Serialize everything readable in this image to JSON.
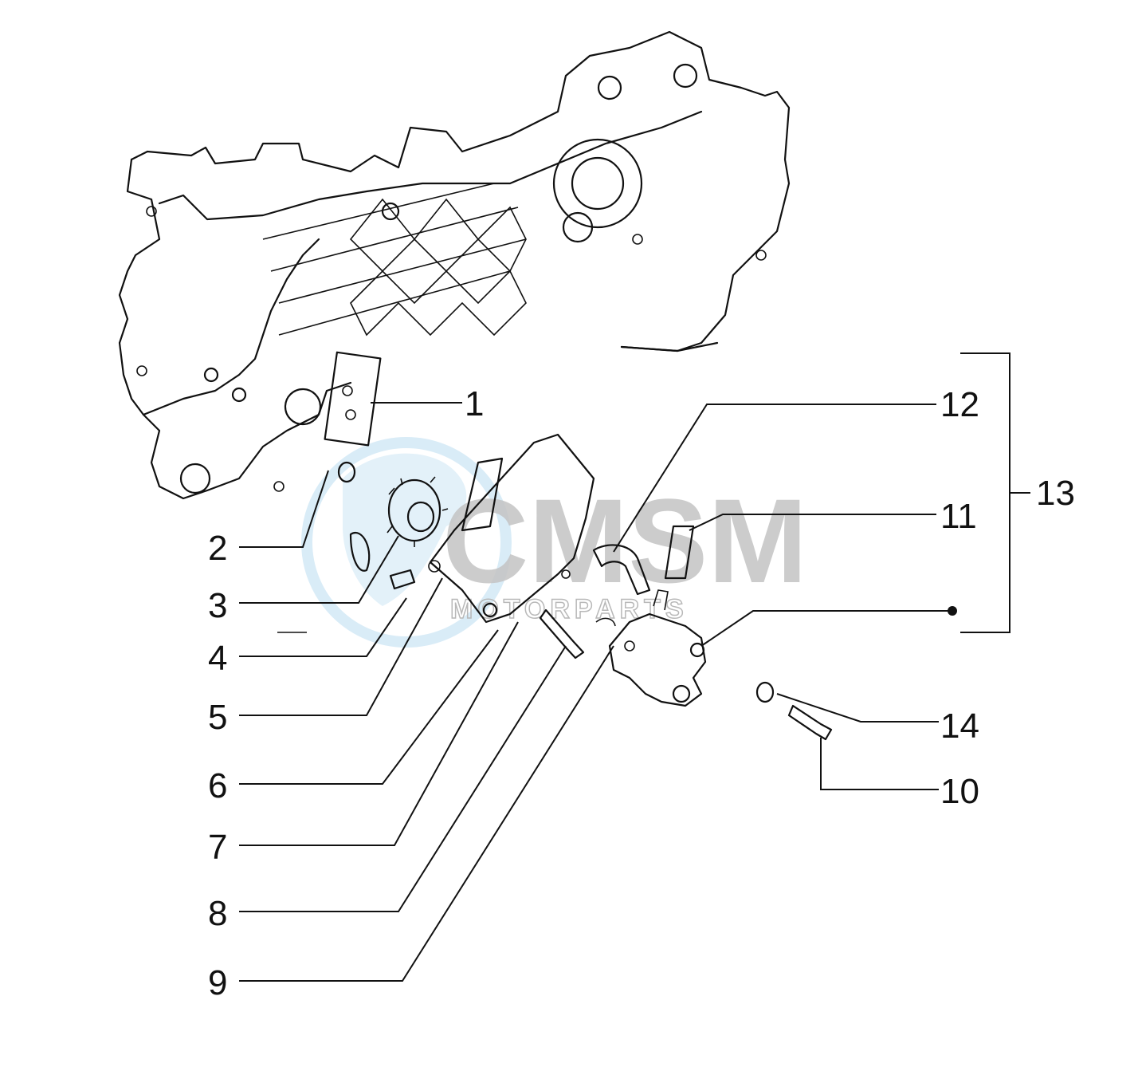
{
  "watermark": {
    "brand": "CMSM",
    "tagline": "MOTORPARTS",
    "globe_color": "#cfe6f4",
    "brand_color": "#bfbfbf",
    "tagline_color": "#b8b8b8"
  },
  "callouts": [
    {
      "id": "1",
      "label": "1"
    },
    {
      "id": "2",
      "label": "2"
    },
    {
      "id": "3",
      "label": "3"
    },
    {
      "id": "4",
      "label": "4"
    },
    {
      "id": "5",
      "label": "5"
    },
    {
      "id": "6",
      "label": "6"
    },
    {
      "id": "7",
      "label": "7"
    },
    {
      "id": "8",
      "label": "8"
    },
    {
      "id": "9",
      "label": "9"
    },
    {
      "id": "10",
      "label": "10"
    },
    {
      "id": "11",
      "label": "11"
    },
    {
      "id": "12",
      "label": "12"
    },
    {
      "id": "13",
      "label": "13"
    },
    {
      "id": "14",
      "label": "14"
    }
  ]
}
